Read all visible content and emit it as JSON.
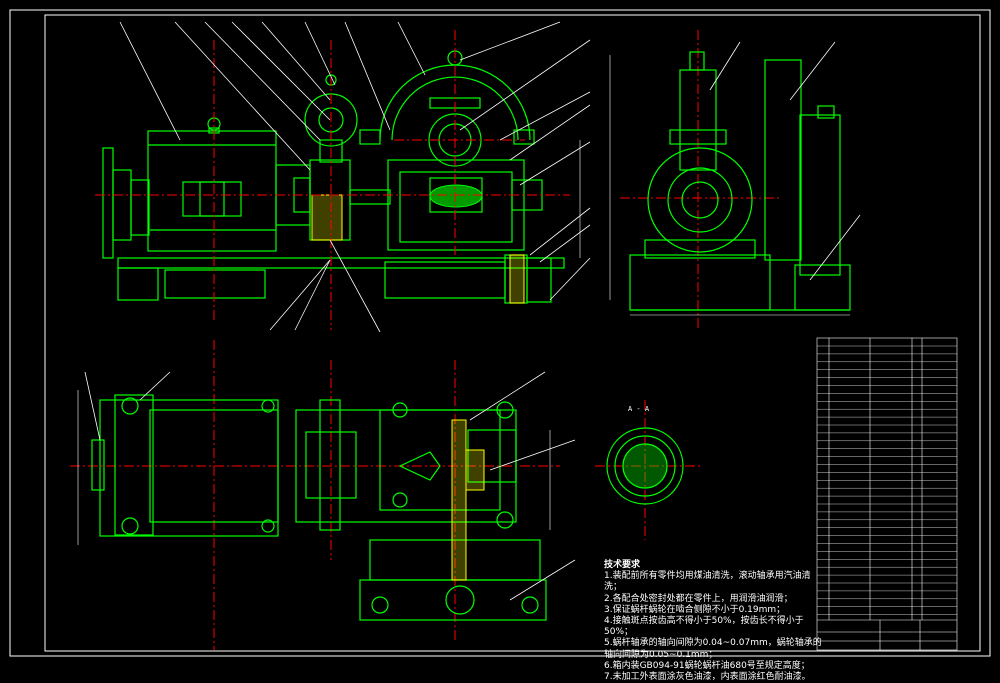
{
  "colors": {
    "background": "#000000",
    "outline": "#00ff00",
    "centerline": "#ff0000",
    "leader": "#ffffff",
    "hatch": "#ffff00",
    "dimension": "#ffffff",
    "accent": "#ff00ff"
  },
  "drawing": {
    "section_label": "A - A"
  },
  "tech_notes": {
    "title": "技术要求",
    "lines": [
      "1.装配前所有零件均用煤油清洗，滚动轴承用汽油清",
      "洗；",
      "2.各配合处密封处都在零件上，用润滑油润滑；",
      "3.保证蜗杆蜗轮在啮合侧隙不小于0.19mm；",
      "4.接触斑点按齿高不得小于50%，按齿长不得小于",
      "50%；",
      "5.蜗杆轴承的轴向间隙为0.04~0.07mm，蜗轮轴承的",
      "轴向间隙为0.05~0.1mm；",
      "6.箱内装GB094-91蜗轮蜗杆油680号至规定高度；",
      "7.未加工外表面涂灰色油漆，内表面涂红色耐油漆。"
    ]
  }
}
